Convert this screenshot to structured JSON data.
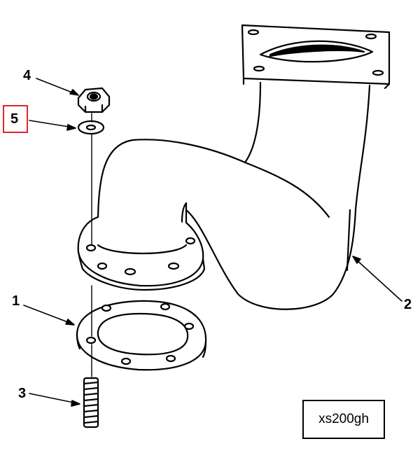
{
  "callouts": {
    "gasket": "1",
    "elbow": "2",
    "stud": "3",
    "nut": "4",
    "washer": "5"
  },
  "reference_code": "xs200gh",
  "colors": {
    "line": "#000000",
    "highlight": "#e0242b",
    "background": "#ffffff"
  }
}
